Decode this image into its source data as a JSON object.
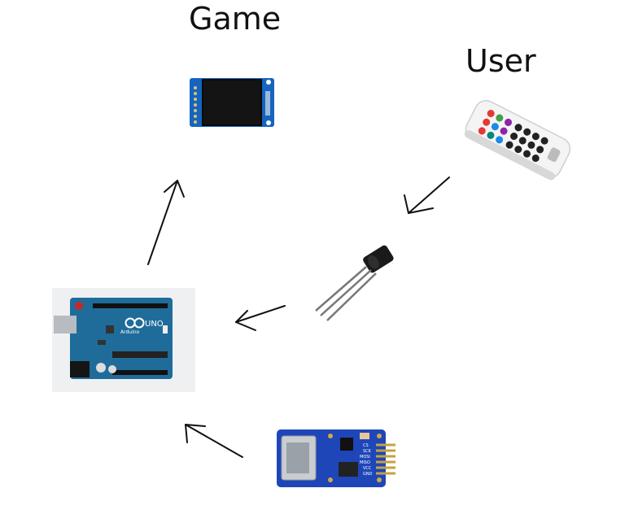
{
  "labels": {
    "game": "Game",
    "user": "User"
  },
  "components": {
    "lcd": {
      "icon": "lcd-display-icon"
    },
    "remote": {
      "icon": "ir-remote-icon"
    },
    "ir_receiver": {
      "icon": "ir-receiver-icon"
    },
    "arduino": {
      "icon": "arduino-uno-icon",
      "logo_text": "UNO",
      "brand_text": "Arduino"
    },
    "sd_module": {
      "icon": "sd-card-module-icon",
      "pins": [
        "CS",
        "SCK",
        "MOSI",
        "MISO",
        "VCC",
        "GND"
      ]
    }
  },
  "colors": {
    "board_blue": "#1f6c9a",
    "module_blue": "#1e46b8",
    "pcb_blue": "#1565c0",
    "arrow": "#111111"
  }
}
